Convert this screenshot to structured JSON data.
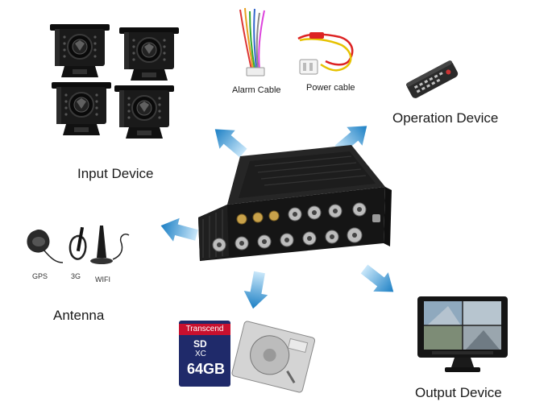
{
  "labels": {
    "alarm_cable": "Alarm Cable",
    "power_cable": "Power cable",
    "operation_device": "Operation Device",
    "input_device": "Input Device",
    "antenna": "Antenna",
    "output_device": "Output Device",
    "gps": "GPS",
    "g3": "3G",
    "wifi": "WIFI"
  },
  "sd_card": {
    "brand": "Transcend",
    "type": "SD",
    "class": "XC",
    "capacity": "64GB"
  },
  "colors": {
    "arrow_light": "#9fd2f2",
    "arrow_dark": "#1b7fc4",
    "device_body": "#1c1c1c",
    "connector": "#b8b8b8",
    "camera_body": "#141414"
  }
}
